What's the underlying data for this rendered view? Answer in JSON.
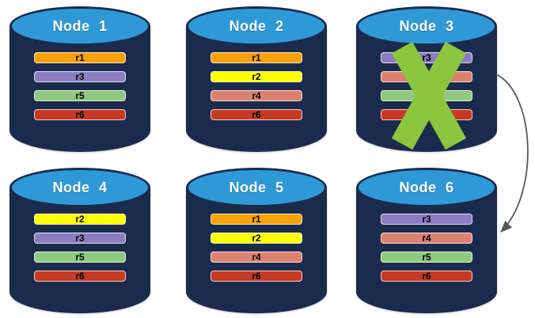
{
  "diagram": {
    "background": "#FFFFFF",
    "description_visible_text_only": true
  },
  "colors": {
    "r1": "#F8A108",
    "r2": "#FFFF00",
    "r3": "#8C7CC1",
    "r4": "#DC8070",
    "r5": "#8FC97E",
    "r6": "#C63A24",
    "cylinder_body": "#1B2B4D",
    "cylinder_top": "#2F99D8",
    "failure_x": "#8CC63F",
    "arrow": "#595959"
  },
  "nodes": [
    {
      "label": "Node 1",
      "replicas": [
        "r1",
        "r3",
        "r5",
        "r6"
      ],
      "failed": false
    },
    {
      "label": "Node 2",
      "replicas": [
        "r1",
        "r2",
        "r4",
        "r6"
      ],
      "failed": false
    },
    {
      "label": "Node 3",
      "replicas": [
        "r3",
        "r4",
        "r5",
        "r6"
      ],
      "failed": true
    },
    {
      "label": "Node 4",
      "replicas": [
        "r2",
        "r3",
        "r5",
        "r6"
      ],
      "failed": false
    },
    {
      "label": "Node 5",
      "replicas": [
        "r1",
        "r2",
        "r4",
        "r6"
      ],
      "failed": false
    },
    {
      "label": "Node 6",
      "replicas": [
        "r3",
        "r4",
        "r5",
        "r6"
      ],
      "failed": false
    }
  ],
  "arrow": {
    "from": "Node 3",
    "to": "Node 6"
  }
}
